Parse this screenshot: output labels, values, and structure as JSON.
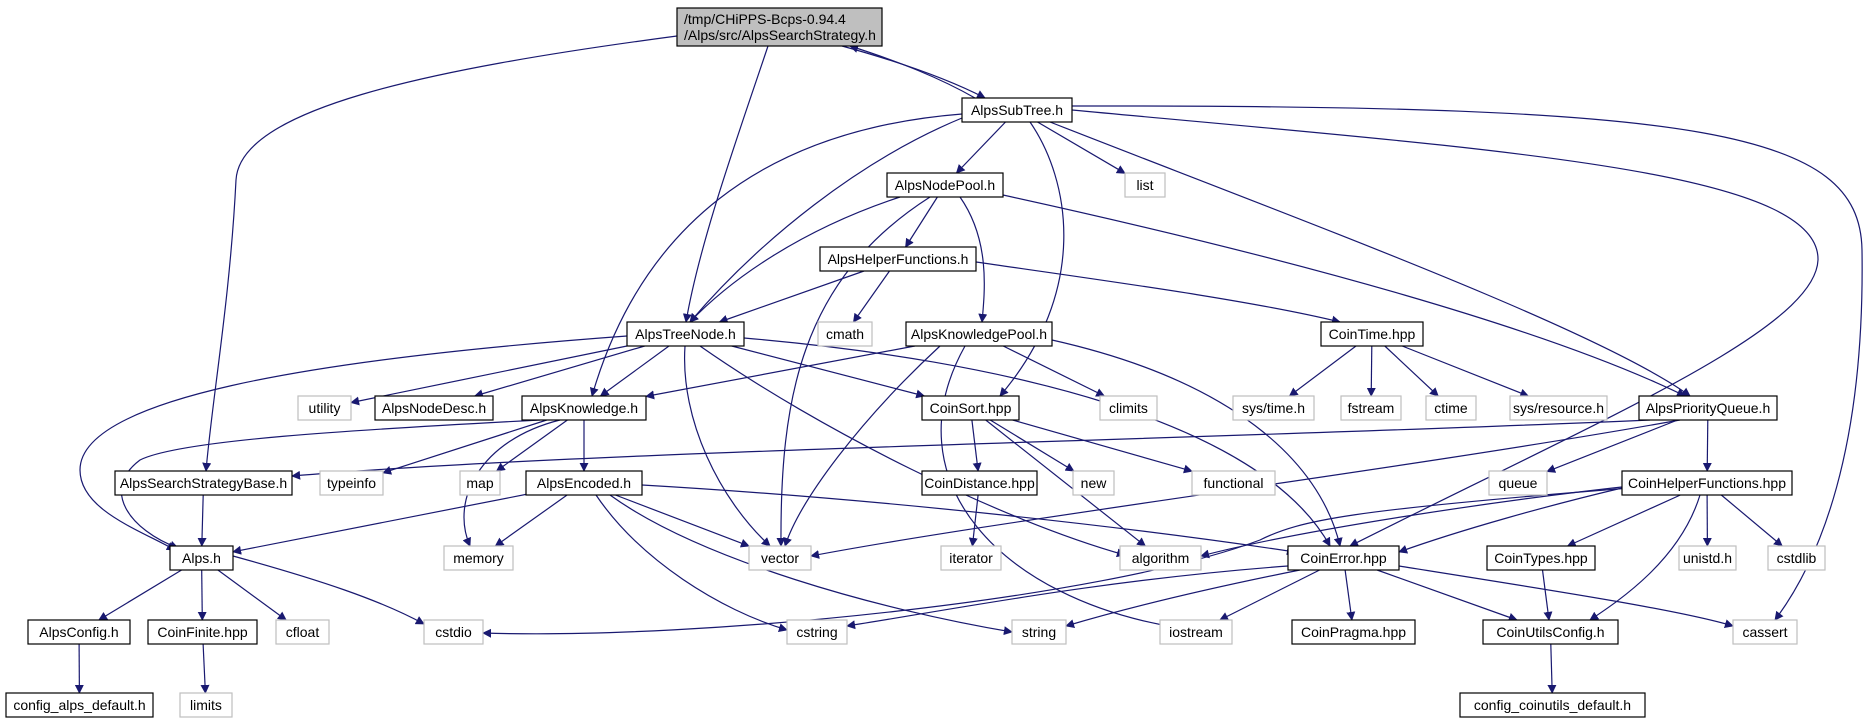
{
  "diagram": {
    "colors": {
      "edge": "#191970",
      "node_border": "#000000",
      "node_fill": "#ffffff",
      "external_border": "#bfbfbf",
      "external_text": "#5a5a5a",
      "root_fill": "#bfbfbf",
      "text": "#000000"
    },
    "nodes": [
      {
        "id": "root",
        "kind": "root",
        "lines": [
          "/tmp/CHiPPS-Bcps-0.94.4",
          "/Alps/src/AlpsSearchStrategy.h"
        ]
      },
      {
        "id": "AlpsSubTree",
        "kind": "file",
        "lines": [
          "AlpsSubTree.h"
        ]
      },
      {
        "id": "AlpsNodePool",
        "kind": "file",
        "lines": [
          "AlpsNodePool.h"
        ]
      },
      {
        "id": "list",
        "kind": "external",
        "lines": [
          "list"
        ]
      },
      {
        "id": "AlpsHelperFunctions",
        "kind": "file",
        "lines": [
          "AlpsHelperFunctions.h"
        ]
      },
      {
        "id": "AlpsTreeNode",
        "kind": "file",
        "lines": [
          "AlpsTreeNode.h"
        ]
      },
      {
        "id": "cmath",
        "kind": "external",
        "lines": [
          "cmath"
        ]
      },
      {
        "id": "AlpsKnowledgePool",
        "kind": "file",
        "lines": [
          "AlpsKnowledgePool.h"
        ]
      },
      {
        "id": "CoinTime",
        "kind": "file",
        "lines": [
          "CoinTime.hpp"
        ]
      },
      {
        "id": "utility",
        "kind": "external",
        "lines": [
          "utility"
        ]
      },
      {
        "id": "AlpsNodeDesc",
        "kind": "file",
        "lines": [
          "AlpsNodeDesc.h"
        ]
      },
      {
        "id": "AlpsKnowledge",
        "kind": "file",
        "lines": [
          "AlpsKnowledge.h"
        ]
      },
      {
        "id": "CoinSort",
        "kind": "file",
        "lines": [
          "CoinSort.hpp"
        ]
      },
      {
        "id": "climits",
        "kind": "external",
        "lines": [
          "climits"
        ]
      },
      {
        "id": "systime",
        "kind": "external",
        "lines": [
          "sys/time.h"
        ]
      },
      {
        "id": "fstream",
        "kind": "external",
        "lines": [
          "fstream"
        ]
      },
      {
        "id": "ctime",
        "kind": "external",
        "lines": [
          "ctime"
        ]
      },
      {
        "id": "sysresource",
        "kind": "external",
        "lines": [
          "sys/resource.h"
        ]
      },
      {
        "id": "AlpsPriorityQueue",
        "kind": "file",
        "lines": [
          "AlpsPriorityQueue.h"
        ]
      },
      {
        "id": "AlpsSearchStrategyBase",
        "kind": "file",
        "lines": [
          "AlpsSearchStrategyBase.h"
        ]
      },
      {
        "id": "typeinfo",
        "kind": "external",
        "lines": [
          "typeinfo"
        ]
      },
      {
        "id": "map",
        "kind": "external",
        "lines": [
          "map"
        ]
      },
      {
        "id": "AlpsEncoded",
        "kind": "file",
        "lines": [
          "AlpsEncoded.h"
        ]
      },
      {
        "id": "CoinDistance",
        "kind": "file",
        "lines": [
          "CoinDistance.hpp"
        ]
      },
      {
        "id": "new",
        "kind": "external",
        "lines": [
          "new"
        ]
      },
      {
        "id": "functional",
        "kind": "external",
        "lines": [
          "functional"
        ]
      },
      {
        "id": "queue",
        "kind": "external",
        "lines": [
          "queue"
        ]
      },
      {
        "id": "CoinHelperFunctions",
        "kind": "file",
        "lines": [
          "CoinHelperFunctions.hpp"
        ]
      },
      {
        "id": "Alps",
        "kind": "file",
        "lines": [
          "Alps.h"
        ]
      },
      {
        "id": "memory",
        "kind": "external",
        "lines": [
          "memory"
        ]
      },
      {
        "id": "vector",
        "kind": "external",
        "lines": [
          "vector"
        ]
      },
      {
        "id": "iterator",
        "kind": "external",
        "lines": [
          "iterator"
        ]
      },
      {
        "id": "algorithm",
        "kind": "external",
        "lines": [
          "algorithm"
        ]
      },
      {
        "id": "CoinError",
        "kind": "file",
        "lines": [
          "CoinError.hpp"
        ]
      },
      {
        "id": "CoinTypes",
        "kind": "file",
        "lines": [
          "CoinTypes.hpp"
        ]
      },
      {
        "id": "unistd",
        "kind": "external",
        "lines": [
          "unistd.h"
        ]
      },
      {
        "id": "cstdlib",
        "kind": "external",
        "lines": [
          "cstdlib"
        ]
      },
      {
        "id": "AlpsConfig",
        "kind": "file",
        "lines": [
          "AlpsConfig.h"
        ]
      },
      {
        "id": "CoinFinite",
        "kind": "file",
        "lines": [
          "CoinFinite.hpp"
        ]
      },
      {
        "id": "cfloat",
        "kind": "external",
        "lines": [
          "cfloat"
        ]
      },
      {
        "id": "cstdio",
        "kind": "external",
        "lines": [
          "cstdio"
        ]
      },
      {
        "id": "cstring",
        "kind": "external",
        "lines": [
          "cstring"
        ]
      },
      {
        "id": "string",
        "kind": "external",
        "lines": [
          "string"
        ]
      },
      {
        "id": "iostream",
        "kind": "external",
        "lines": [
          "iostream"
        ]
      },
      {
        "id": "CoinPragma",
        "kind": "file",
        "lines": [
          "CoinPragma.hpp"
        ]
      },
      {
        "id": "CoinUtilsConfig",
        "kind": "file",
        "lines": [
          "CoinUtilsConfig.h"
        ]
      },
      {
        "id": "cassert",
        "kind": "external",
        "lines": [
          "cassert"
        ]
      },
      {
        "id": "config_alps_default",
        "kind": "file",
        "lines": [
          "config_alps_default.h"
        ]
      },
      {
        "id": "limits",
        "kind": "external",
        "lines": [
          "limits"
        ]
      },
      {
        "id": "config_coinutils_default",
        "kind": "file",
        "lines": [
          "config_coinutils_default.h"
        ]
      }
    ],
    "edges": [
      [
        "root",
        "AlpsSubTree"
      ],
      [
        "root",
        "AlpsTreeNode"
      ],
      [
        "root",
        "AlpsSearchStrategyBase"
      ],
      [
        "AlpsSubTree",
        "root"
      ],
      [
        "AlpsSubTree",
        "AlpsNodePool"
      ],
      [
        "AlpsSubTree",
        "list"
      ],
      [
        "AlpsSubTree",
        "AlpsTreeNode"
      ],
      [
        "AlpsSubTree",
        "AlpsKnowledge"
      ],
      [
        "AlpsSubTree",
        "CoinSort"
      ],
      [
        "AlpsSubTree",
        "AlpsPriorityQueue"
      ],
      [
        "AlpsSubTree",
        "CoinError"
      ],
      [
        "AlpsSubTree",
        "cassert"
      ],
      [
        "AlpsNodePool",
        "AlpsHelperFunctions"
      ],
      [
        "AlpsNodePool",
        "AlpsTreeNode"
      ],
      [
        "AlpsNodePool",
        "AlpsKnowledgePool"
      ],
      [
        "AlpsNodePool",
        "AlpsPriorityQueue"
      ],
      [
        "AlpsNodePool",
        "vector"
      ],
      [
        "AlpsHelperFunctions",
        "AlpsTreeNode"
      ],
      [
        "AlpsHelperFunctions",
        "cmath"
      ],
      [
        "AlpsHelperFunctions",
        "CoinTime"
      ],
      [
        "AlpsTreeNode",
        "utility"
      ],
      [
        "AlpsTreeNode",
        "AlpsNodeDesc"
      ],
      [
        "AlpsTreeNode",
        "AlpsKnowledge"
      ],
      [
        "AlpsTreeNode",
        "CoinSort"
      ],
      [
        "AlpsTreeNode",
        "Alps"
      ],
      [
        "AlpsTreeNode",
        "vector"
      ],
      [
        "AlpsTreeNode",
        "algorithm"
      ],
      [
        "AlpsTreeNode",
        "CoinError"
      ],
      [
        "AlpsKnowledgePool",
        "AlpsKnowledge"
      ],
      [
        "AlpsKnowledgePool",
        "climits"
      ],
      [
        "AlpsKnowledgePool",
        "vector"
      ],
      [
        "AlpsKnowledgePool",
        "iostream"
      ],
      [
        "AlpsKnowledgePool",
        "CoinError"
      ],
      [
        "CoinTime",
        "systime"
      ],
      [
        "CoinTime",
        "fstream"
      ],
      [
        "CoinTime",
        "ctime"
      ],
      [
        "CoinTime",
        "sysresource"
      ],
      [
        "AlpsKnowledge",
        "typeinfo"
      ],
      [
        "AlpsKnowledge",
        "map"
      ],
      [
        "AlpsKnowledge",
        "AlpsEncoded"
      ],
      [
        "AlpsKnowledge",
        "memory"
      ],
      [
        "AlpsKnowledge",
        "Alps"
      ],
      [
        "CoinSort",
        "CoinDistance"
      ],
      [
        "CoinSort",
        "new"
      ],
      [
        "CoinSort",
        "functional"
      ],
      [
        "CoinSort",
        "algorithm"
      ],
      [
        "AlpsPriorityQueue",
        "queue"
      ],
      [
        "AlpsPriorityQueue",
        "CoinHelperFunctions"
      ],
      [
        "AlpsPriorityQueue",
        "vector"
      ],
      [
        "AlpsPriorityQueue",
        "AlpsSearchStrategyBase"
      ],
      [
        "AlpsSearchStrategyBase",
        "Alps"
      ],
      [
        "AlpsEncoded",
        "Alps"
      ],
      [
        "AlpsEncoded",
        "memory"
      ],
      [
        "AlpsEncoded",
        "vector"
      ],
      [
        "AlpsEncoded",
        "CoinError"
      ],
      [
        "AlpsEncoded",
        "cstring"
      ],
      [
        "AlpsEncoded",
        "string"
      ],
      [
        "CoinDistance",
        "iterator"
      ],
      [
        "CoinHelperFunctions",
        "algorithm"
      ],
      [
        "CoinHelperFunctions",
        "CoinError"
      ],
      [
        "CoinHelperFunctions",
        "CoinTypes"
      ],
      [
        "CoinHelperFunctions",
        "unistd"
      ],
      [
        "CoinHelperFunctions",
        "cstdlib"
      ],
      [
        "CoinHelperFunctions",
        "CoinUtilsConfig"
      ],
      [
        "CoinHelperFunctions",
        "cstdio"
      ],
      [
        "Alps",
        "AlpsConfig"
      ],
      [
        "Alps",
        "CoinFinite"
      ],
      [
        "Alps",
        "cfloat"
      ],
      [
        "Alps",
        "cstdio"
      ],
      [
        "CoinError",
        "cstring"
      ],
      [
        "CoinError",
        "string"
      ],
      [
        "CoinError",
        "iostream"
      ],
      [
        "CoinError",
        "CoinPragma"
      ],
      [
        "CoinError",
        "CoinUtilsConfig"
      ],
      [
        "CoinError",
        "cassert"
      ],
      [
        "CoinTypes",
        "CoinUtilsConfig"
      ],
      [
        "AlpsConfig",
        "config_alps_default"
      ],
      [
        "CoinFinite",
        "limits"
      ],
      [
        "CoinUtilsConfig",
        "config_coinutils_default"
      ]
    ]
  }
}
